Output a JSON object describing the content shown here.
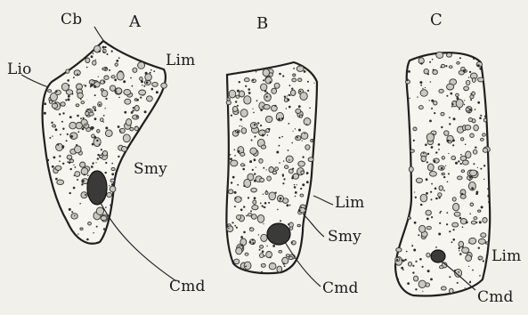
{
  "panels": [
    {
      "id": "A",
      "label": "A",
      "annotations": {
        "cb": "Cb",
        "lio": "Lio",
        "lim": "Lim",
        "smy": "Smy",
        "cmd": "Cmd"
      }
    },
    {
      "id": "B",
      "label": "B",
      "annotations": {
        "lim": "Lim",
        "smy": "Smy",
        "cmd": "Cmd"
      }
    },
    {
      "id": "C",
      "label": "C",
      "annotations": {
        "lim": "Lim",
        "cmd": "Cmd"
      }
    }
  ]
}
